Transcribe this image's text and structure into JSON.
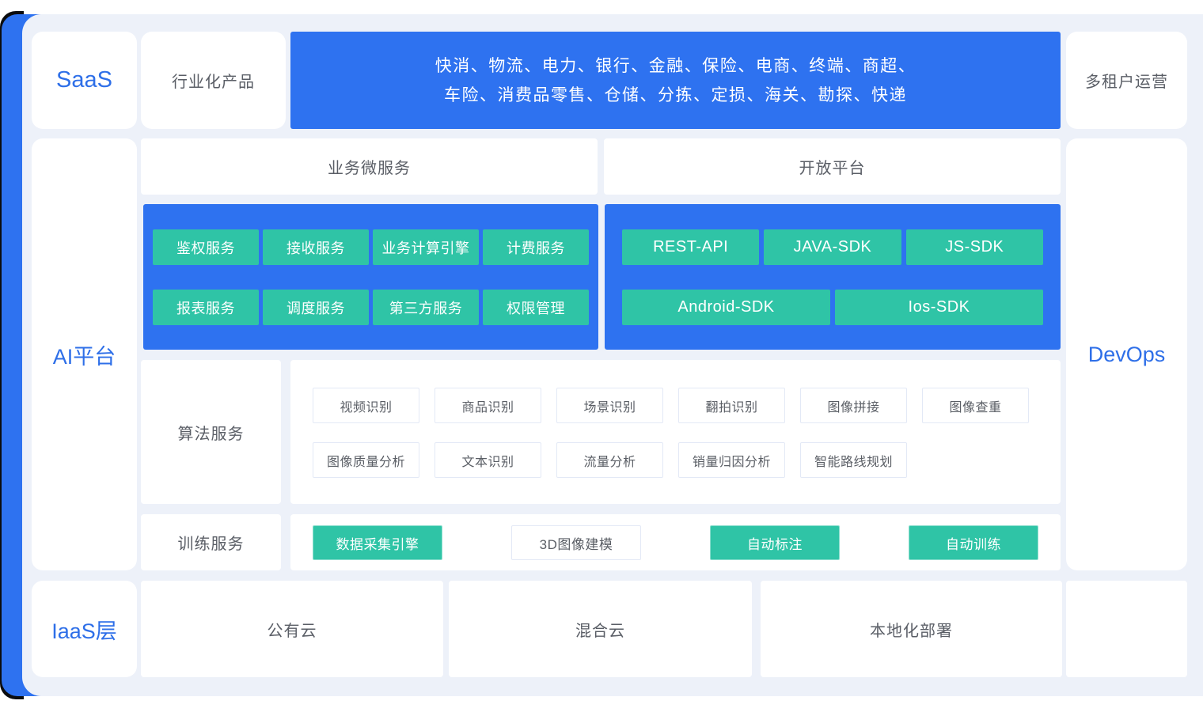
{
  "colors": {
    "blue": "#2e72f0",
    "green": "#2fc4a6",
    "panel_bg": "#edf1f9",
    "accent_text": "#2e6fe8",
    "text_gray": "#5a5e66"
  },
  "saas_layer": {
    "label": "SaaS",
    "product_box": "行业化产品",
    "industries_line1": "快消、物流、电力、银行、金融、保险、电商、终端、商超、",
    "industries_line2": "车险、消费品零售、仓储、分拣、定损、海关、勘探、快递",
    "tenant_ops": "多租户运营"
  },
  "ai_layer": {
    "label": "AI平台",
    "microservices": {
      "title": "业务微服务",
      "row1": [
        "鉴权服务",
        "接收服务",
        "业务计算引擎",
        "计费服务"
      ],
      "row2": [
        "报表服务",
        "调度服务",
        "第三方服务",
        "权限管理"
      ]
    },
    "open_platform": {
      "title": "开放平台",
      "row1": [
        "REST-API",
        "JAVA-SDK",
        "JS-SDK"
      ],
      "row2": [
        "Android-SDK",
        "Ios-SDK"
      ]
    },
    "algorithm_services": {
      "title": "算法服务",
      "row1": [
        "视频识别",
        "商品识别",
        "场景识别",
        "翻拍识别",
        "图像拼接",
        "图像查重"
      ],
      "row2": [
        "图像质量分析",
        "文本识别",
        "流量分析",
        "销量归因分析",
        "智能路线规划"
      ]
    },
    "training_services": {
      "title": "训练服务",
      "items": [
        {
          "label": "数据采集引擎",
          "style": "green"
        },
        {
          "label": "3D图像建模",
          "style": "outline"
        },
        {
          "label": "自动标注",
          "style": "green"
        },
        {
          "label": "自动训练",
          "style": "green"
        }
      ]
    }
  },
  "devops_layer": {
    "label": "DevOps"
  },
  "iaas_layer": {
    "label": "IaaS层",
    "items": [
      "公有云",
      "混合云",
      "本地化部署"
    ]
  }
}
